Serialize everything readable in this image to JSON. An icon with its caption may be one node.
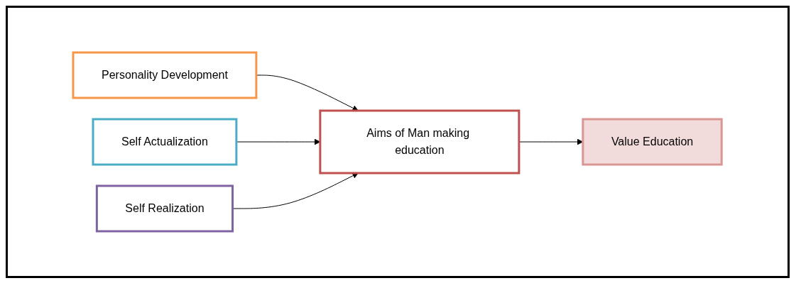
{
  "diagram": {
    "nodes": [
      {
        "text": [
          "Personality Development"
        ]
      },
      {
        "text": [
          "Self Actualization"
        ]
      },
      {
        "text": [
          "Self Realization"
        ]
      },
      {
        "text": [
          "Aims of Man making education"
        ]
      },
      {
        "text": [
          "Value Education"
        ]
      }
    ],
    "edges": [
      {
        "from": 0,
        "to": 3,
        "arrow": "to"
      },
      {
        "from": 1,
        "to": 3,
        "arrow": "to"
      },
      {
        "from": 2,
        "to": 3,
        "arrow": "to"
      },
      {
        "from": 3,
        "to": 4,
        "arrow": "to"
      }
    ]
  }
}
